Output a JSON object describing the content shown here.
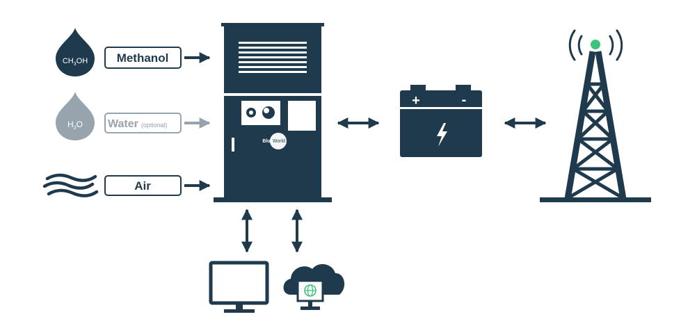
{
  "colors": {
    "navy": "#1e3a4c",
    "grey": "#97a3ad",
    "accent_green": "#3cc47c",
    "white": "#ffffff"
  },
  "inputs": {
    "methanol": {
      "drop_formula_main": "CH",
      "drop_formula_sub": "3",
      "drop_formula_tail": "OH",
      "label": "Methanol"
    },
    "water": {
      "drop_formula_main": "H",
      "drop_formula_sub": "2",
      "drop_formula_tail": "O",
      "label": "Water",
      "label_note": "(optional)"
    },
    "air": {
      "label": "Air"
    }
  },
  "fuel_cell_unit": {
    "brand_line1": "Blue",
    "brand_line2": "World"
  },
  "battery": {
    "plus": "+",
    "minus": "-"
  },
  "icons": {
    "methanol_drop": "drop-icon",
    "water_drop": "drop-icon",
    "air": "wind-icon",
    "fuel_cell": "fuel-cell-cabinet-icon",
    "battery": "battery-icon",
    "bolt": "lightning-bolt-icon",
    "tower": "cell-tower-icon",
    "monitor": "monitor-icon",
    "cloud": "cloud-icon",
    "globe": "globe-icon"
  }
}
